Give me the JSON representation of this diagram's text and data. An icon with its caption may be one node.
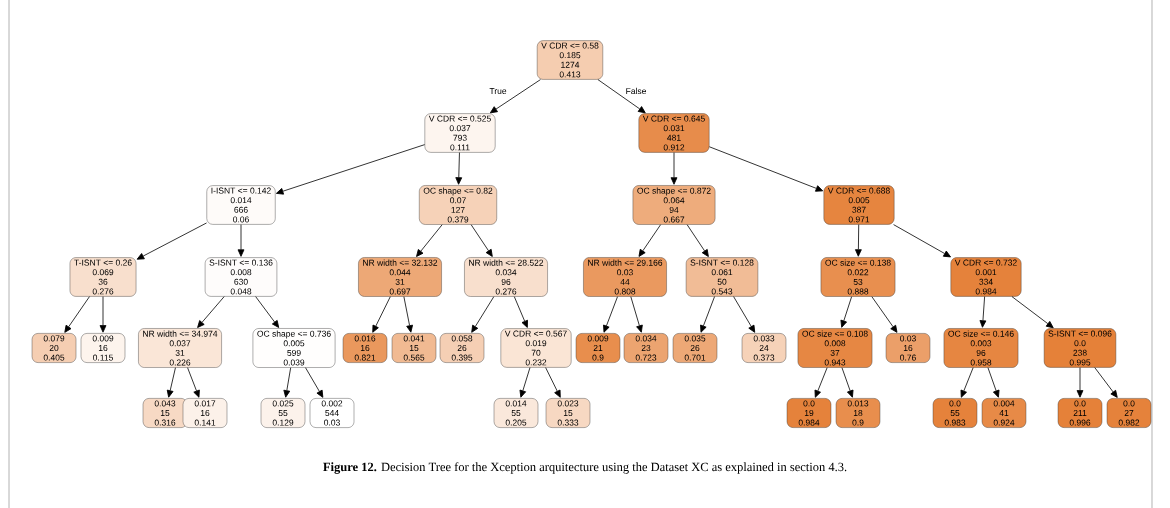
{
  "diagram": {
    "caption": "**Figure 12.** Decision Tree for the Xception arquitecture using the Dataset XC as explained in section 4.3.",
    "nodes": [
      {
        "text": [
          "V CDR <= 0.58",
          "0.185",
          "1274",
          "0.413"
        ]
      },
      {
        "text": [
          "V CDR <= 0.525",
          "0.037",
          "793",
          "0.111"
        ]
      },
      {
        "text": [
          "V CDR <= 0.645",
          "0.031",
          "481",
          "0.912"
        ]
      },
      {
        "text": [
          "I-ISNT <= 0.142",
          "0.014",
          "666",
          "0.06"
        ]
      },
      {
        "text": [
          "OC shape <= 0.82",
          "0.07",
          "127",
          "0.379"
        ]
      },
      {
        "text": [
          "OC shape <= 0.872",
          "0.064",
          "94",
          "0.667"
        ]
      },
      {
        "text": [
          "V CDR <= 0.688",
          "0.005",
          "387",
          "0.971"
        ]
      },
      {
        "text": [
          "T-ISNT <= 0.26",
          "0.069",
          "36",
          "0.276"
        ]
      },
      {
        "text": [
          "S-ISNT <= 0.136",
          "0.008",
          "630",
          "0.048"
        ]
      },
      {
        "text": [
          "NR width <= 32.132",
          "0.044",
          "31",
          "0.697"
        ]
      },
      {
        "text": [
          "NR width <= 28.522",
          "0.034",
          "96",
          "0.276"
        ]
      },
      {
        "text": [
          "NR width <= 29.166",
          "0.03",
          "44",
          "0.808"
        ]
      },
      {
        "text": [
          "S-ISNT <= 0.128",
          "0.061",
          "50",
          "0.543"
        ]
      },
      {
        "text": [
          "OC size <= 0.138",
          "0.022",
          "53",
          "0.888"
        ]
      },
      {
        "text": [
          "V CDR <= 0.732",
          "0.001",
          "334",
          "0.984"
        ]
      },
      {
        "text": [
          "0.079",
          "20",
          "0.405"
        ]
      },
      {
        "text": [
          "0.009",
          "16",
          "0.115"
        ]
      },
      {
        "text": [
          "NR width <= 34.974",
          "0.037",
          "31",
          "0.226"
        ]
      },
      {
        "text": [
          "OC shape <= 0.736",
          "0.005",
          "599",
          "0.039"
        ]
      },
      {
        "text": [
          "0.016",
          "16",
          "0.821"
        ]
      },
      {
        "text": [
          "0.041",
          "15",
          "0.565"
        ]
      },
      {
        "text": [
          "0.058",
          "26",
          "0.395"
        ]
      },
      {
        "text": [
          "V CDR <= 0.567",
          "0.019",
          "70",
          "0.232"
        ]
      },
      {
        "text": [
          "0.009",
          "21",
          "0.9"
        ]
      },
      {
        "text": [
          "0.034",
          "23",
          "0.723"
        ]
      },
      {
        "text": [
          "0.035",
          "26",
          "0.701"
        ]
      },
      {
        "text": [
          "0.033",
          "24",
          "0.373"
        ]
      },
      {
        "text": [
          "OC size <= 0.108",
          "0.008",
          "37",
          "0.943"
        ]
      },
      {
        "text": [
          "0.03",
          "16",
          "0.76"
        ]
      },
      {
        "text": [
          "OC size <= 0.146",
          "0.003",
          "96",
          "0.958"
        ]
      },
      {
        "text": [
          "S-ISNT <= 0.096",
          "0.0",
          "238",
          "0.995"
        ]
      },
      {
        "text": [
          "0.043",
          "15",
          "0.316"
        ]
      },
      {
        "text": [
          "0.017",
          "16",
          "0.141"
        ]
      },
      {
        "text": [
          "0.025",
          "55",
          "0.129"
        ]
      },
      {
        "text": [
          "0.002",
          "544",
          "0.03"
        ]
      },
      {
        "text": [
          "0.014",
          "55",
          "0.205"
        ]
      },
      {
        "text": [
          "0.023",
          "15",
          "0.333"
        ]
      },
      {
        "text": [
          "0.0",
          "19",
          "0.984"
        ]
      },
      {
        "text": [
          "0.013",
          "18",
          "0.9"
        ]
      },
      {
        "text": [
          "0.0",
          "55",
          "0.983"
        ]
      },
      {
        "text": [
          "0.004",
          "41",
          "0.924"
        ]
      },
      {
        "text": [
          "0.0",
          "211",
          "0.996"
        ]
      },
      {
        "text": [
          "0.0",
          "27",
          "0.982"
        ]
      }
    ],
    "edges": [
      {
        "from": 0,
        "to": 1,
        "arrow": "to",
        "label": "True"
      },
      {
        "from": 0,
        "to": 2,
        "arrow": "to",
        "label": "False"
      },
      {
        "from": 1,
        "to": 3,
        "arrow": "to"
      },
      {
        "from": 1,
        "to": 4,
        "arrow": "to"
      },
      {
        "from": 2,
        "to": 5,
        "arrow": "to"
      },
      {
        "from": 2,
        "to": 6,
        "arrow": "to"
      },
      {
        "from": 3,
        "to": 7,
        "arrow": "to"
      },
      {
        "from": 3,
        "to": 8,
        "arrow": "to"
      },
      {
        "from": 4,
        "to": 9,
        "arrow": "to"
      },
      {
        "from": 4,
        "to": 10,
        "arrow": "to"
      },
      {
        "from": 5,
        "to": 11,
        "arrow": "to"
      },
      {
        "from": 5,
        "to": 12,
        "arrow": "to"
      },
      {
        "from": 6,
        "to": 13,
        "arrow": "to"
      },
      {
        "from": 6,
        "to": 14,
        "arrow": "to"
      },
      {
        "from": 7,
        "to": 15,
        "arrow": "to"
      },
      {
        "from": 7,
        "to": 16,
        "arrow": "to"
      },
      {
        "from": 8,
        "to": 17,
        "arrow": "to"
      },
      {
        "from": 8,
        "to": 18,
        "arrow": "to"
      },
      {
        "from": 9,
        "to": 19,
        "arrow": "to"
      },
      {
        "from": 9,
        "to": 20,
        "arrow": "to"
      },
      {
        "from": 10,
        "to": 21,
        "arrow": "to"
      },
      {
        "from": 10,
        "to": 22,
        "arrow": "to"
      },
      {
        "from": 11,
        "to": 23,
        "arrow": "to"
      },
      {
        "from": 11,
        "to": 24,
        "arrow": "to"
      },
      {
        "from": 12,
        "to": 25,
        "arrow": "to"
      },
      {
        "from": 12,
        "to": 26,
        "arrow": "to"
      },
      {
        "from": 13,
        "to": 27,
        "arrow": "to"
      },
      {
        "from": 13,
        "to": 28,
        "arrow": "to"
      },
      {
        "from": 14,
        "to": 29,
        "arrow": "to"
      },
      {
        "from": 14,
        "to": 30,
        "arrow": "to"
      },
      {
        "from": 17,
        "to": 31,
        "arrow": "to"
      },
      {
        "from": 17,
        "to": 32,
        "arrow": "to"
      },
      {
        "from": 18,
        "to": 33,
        "arrow": "to"
      },
      {
        "from": 18,
        "to": 34,
        "arrow": "to"
      },
      {
        "from": 22,
        "to": 35,
        "arrow": "to"
      },
      {
        "from": 22,
        "to": 36,
        "arrow": "to"
      },
      {
        "from": 27,
        "to": 37,
        "arrow": "to"
      },
      {
        "from": 27,
        "to": 38,
        "arrow": "to"
      },
      {
        "from": 29,
        "to": 39,
        "arrow": "to"
      },
      {
        "from": 29,
        "to": 40,
        "arrow": "to"
      },
      {
        "from": 30,
        "to": 41,
        "arrow": "to"
      },
      {
        "from": 30,
        "to": 42,
        "arrow": "to"
      }
    ]
  }
}
